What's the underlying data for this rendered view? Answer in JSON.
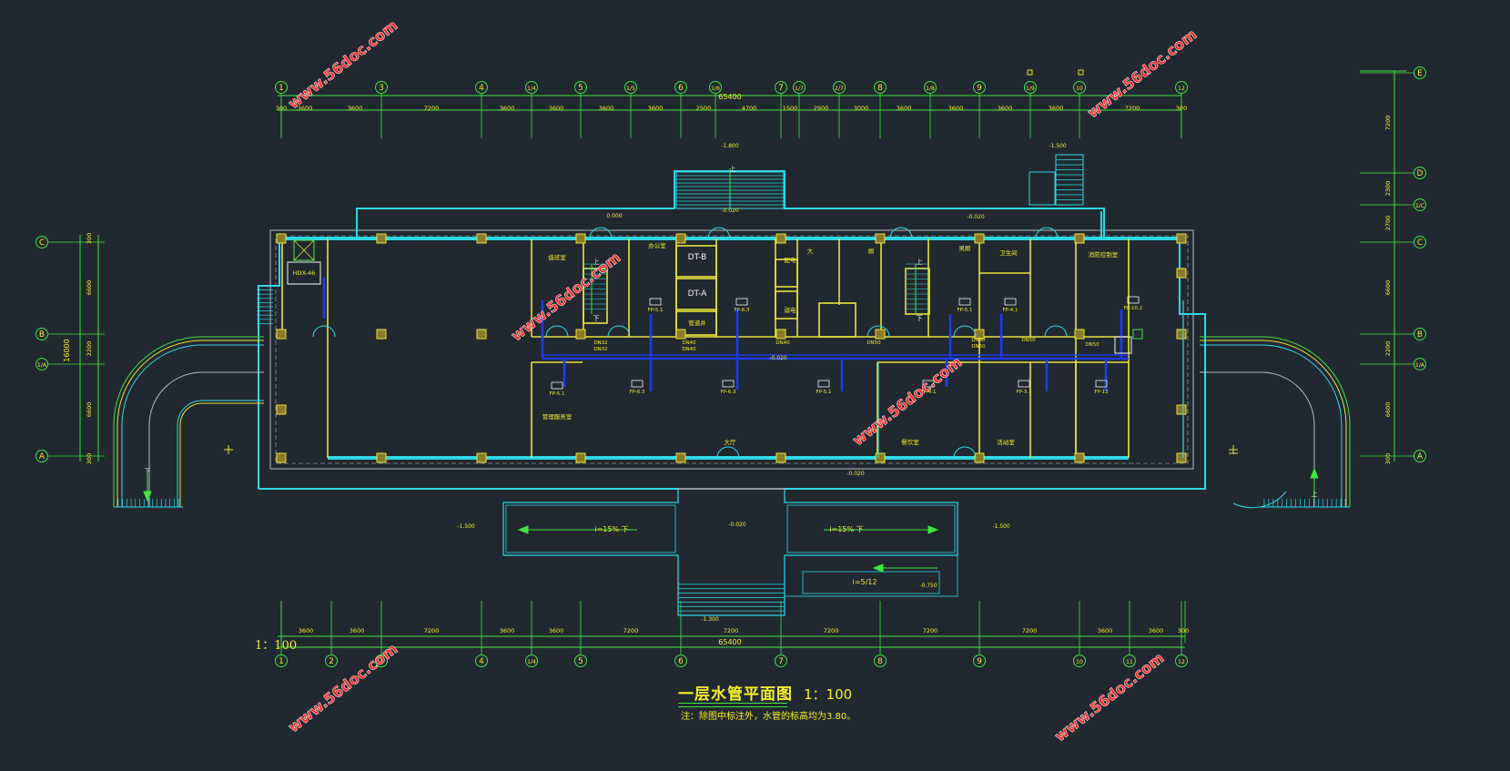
{
  "title": "一层水管平面图",
  "title_scale": "1：100",
  "note": "注：除图中标注外，水管的标高均为3.80。",
  "scale_left": "1：100",
  "watermark": "www.56doc.com",
  "total_dim": "65400",
  "top_axes": [
    "1",
    "",
    "3",
    "",
    "4",
    "1/4",
    "5",
    "1/5",
    "6",
    "1/6",
    "7",
    "1/7",
    "2/7",
    "8",
    "1/8",
    "9",
    "1/9",
    "10",
    "12"
  ],
  "top_dims": [
    "300",
    "3600",
    "3600",
    "7200",
    "3600",
    "3600",
    "3600",
    "3600",
    "2500",
    "4700",
    "1500",
    "2900",
    "3000",
    "3600",
    "3600",
    "3600",
    "3600",
    "7200",
    "300"
  ],
  "bottom_axes": [
    "1",
    "2",
    "3",
    "4",
    "1/4",
    "5",
    "6",
    "7",
    "8",
    "9",
    "10",
    "11",
    "12"
  ],
  "bottom_dims": [
    "3600",
    "3600",
    "7200",
    "3600",
    "3600",
    "7200",
    "7200",
    "7200",
    "7200",
    "7200",
    "3600",
    "3600",
    "300"
  ],
  "left_axes": [
    "C",
    "B",
    "1/A",
    "A"
  ],
  "left_dims": [
    "300",
    "6600",
    "2200",
    "6600",
    "300"
  ],
  "left_total": "16000",
  "right_axes": [
    "E",
    "D",
    "1/C",
    "C",
    "B",
    "1/A",
    "A"
  ],
  "right_dims": [
    "7200",
    "2300",
    "2700",
    "6600",
    "2200",
    "6600",
    "300"
  ],
  "rooms": [
    "值班室",
    "办公室",
    "DT-B",
    "DT-A",
    "管道井",
    "配电",
    "弱电",
    "大",
    "厕",
    "男厕",
    "卫生间",
    "消防控制室",
    "管理服务室",
    "大厅",
    "餐饮室",
    "活动室",
    "HDX-46"
  ],
  "pipe_labels": [
    "DN32",
    "DN32",
    "DN40",
    "DN40",
    "DN40",
    "DN50",
    "DN50",
    "DN50",
    "DN50",
    "DN50"
  ],
  "fan_coils": [
    "FP-5.1",
    "FP-6.3",
    "FP-6.3",
    "FP-6.3",
    "FP-5.1",
    "FP-5.1",
    "FP-4.1",
    "FP-4.1",
    "FP-3.1",
    "FP-10.2",
    "FP-12",
    "FP-5.1"
  ],
  "elevations": [
    "-1.800",
    "-0.020",
    "0.000",
    "-1.500",
    "-0.020",
    "-1.500",
    "-0.020",
    "-1.500",
    "-0.020",
    "-1.300",
    "-0.750",
    "-0.020"
  ],
  "ramps": [
    "i=15% 下",
    "i=15% 下",
    "i=5/12"
  ],
  "stair_marks": [
    "上",
    "上",
    "下",
    "上",
    "下",
    "下",
    "上"
  ],
  "colors": {
    "background": "#212830",
    "wall": "#2fd8e6",
    "inner_wall": "#e8e43a",
    "grid": "#3fe63f",
    "pipe": "#1e3cf0",
    "text": "#f4ee2a",
    "watermark": "#ff2a2a",
    "outline": "#b8bcc0"
  }
}
